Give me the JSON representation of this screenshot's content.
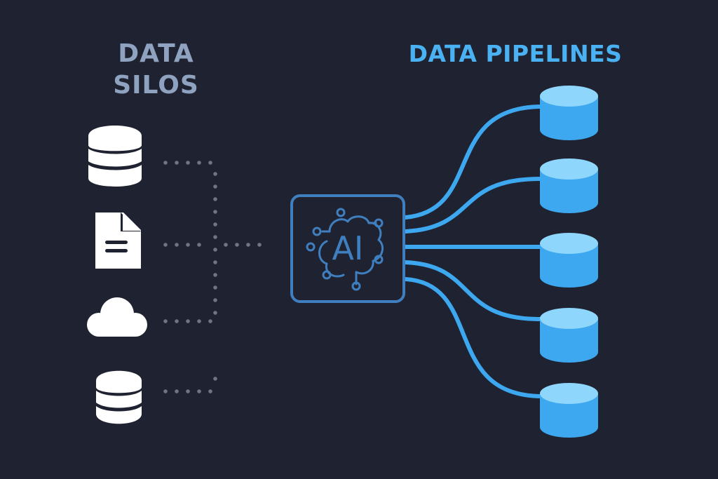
{
  "left": {
    "title_line1": "DATA",
    "title_line2": "SILOS",
    "color": "#8fa3c0",
    "sources": [
      {
        "icon": "database-icon"
      },
      {
        "icon": "document-icon"
      },
      {
        "icon": "cloud-icon"
      },
      {
        "icon": "database-icon"
      }
    ]
  },
  "hub": {
    "label": "AI",
    "color": "#3f7fbf"
  },
  "right": {
    "title": "DATA PIPELINES",
    "color": "#4ab2f2",
    "pipelines": [
      {
        "icon": "database-icon"
      },
      {
        "icon": "database-icon"
      },
      {
        "icon": "database-icon"
      },
      {
        "icon": "database-icon"
      },
      {
        "icon": "database-icon"
      }
    ]
  },
  "colors": {
    "background": "#1f2230",
    "icon_white": "#ffffff",
    "dots": "#6f7585",
    "pipe": "#3da7ef",
    "cylinder_body": "#3da7ef",
    "cylinder_top": "#8ed6fb"
  }
}
